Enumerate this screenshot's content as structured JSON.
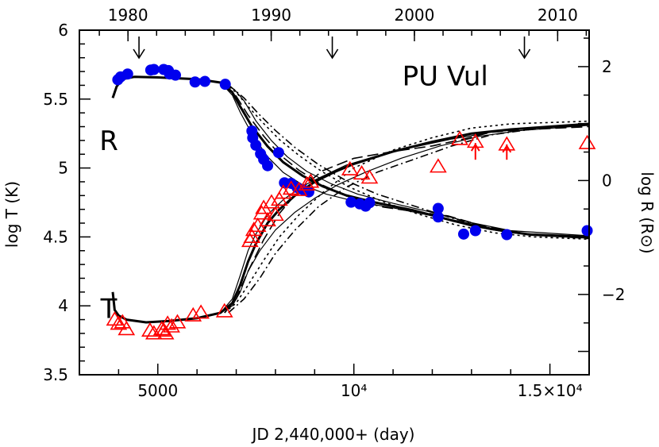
{
  "chart_data": {
    "type": "scatter",
    "title": "PU Vul",
    "xlabel": "JD 2,440,000+ (day)",
    "ylabel_left": "log T (K)",
    "ylabel_right": "log R (R⊙)",
    "xlim": [
      3000,
      16000
    ],
    "ylim_left": [
      3.5,
      6.0
    ],
    "ylim_right": [
      -3.41,
      2.64
    ],
    "grid": false,
    "x_ticks": [
      {
        "value": 5000,
        "label": "5000"
      },
      {
        "value": 10000,
        "label": "10⁴"
      },
      {
        "value": 15000,
        "label": "1.5×10⁴"
      }
    ],
    "y_left_ticks": [
      {
        "value": 3.5,
        "label": "3.5"
      },
      {
        "value": 4.0,
        "label": "4"
      },
      {
        "value": 4.5,
        "label": "4.5"
      },
      {
        "value": 5.0,
        "label": "5"
      },
      {
        "value": 5.5,
        "label": "5.5"
      },
      {
        "value": 6.0,
        "label": "6"
      }
    ],
    "y_right_ticks": [
      {
        "value": -2,
        "label": "−2"
      },
      {
        "value": 0,
        "label": "0"
      },
      {
        "value": 2,
        "label": "2"
      }
    ],
    "top_ticks": [
      {
        "jd": 4239,
        "label": "1980"
      },
      {
        "jd": 7892,
        "label": "1990"
      },
      {
        "jd": 11544,
        "label": "2000"
      },
      {
        "jd": 15197,
        "label": "2010"
      }
    ],
    "annotations": [
      {
        "text": "R",
        "x": 3750,
        "y": 5.2
      },
      {
        "text": "T",
        "x": 3750,
        "y": 3.98
      },
      {
        "text": "PU  Vul",
        "x": 12330,
        "y": 5.67
      }
    ],
    "epoch_arrows": [
      {
        "jd": 4520
      },
      {
        "jd": 9450
      },
      {
        "jd": 14350
      }
    ],
    "series": [
      {
        "name": "R",
        "axis": "right",
        "marker": "circle",
        "color": "#0000ee",
        "points": [
          [
            3980,
            1.77
          ],
          [
            4050,
            1.82
          ],
          [
            4230,
            1.87
          ],
          [
            4820,
            1.94
          ],
          [
            4900,
            1.95
          ],
          [
            5150,
            1.95
          ],
          [
            5270,
            1.93
          ],
          [
            5300,
            1.87
          ],
          [
            5450,
            1.85
          ],
          [
            5950,
            1.73
          ],
          [
            6200,
            1.74
          ],
          [
            6720,
            1.69
          ],
          [
            7400,
            0.87
          ],
          [
            7420,
            0.75
          ],
          [
            7500,
            0.62
          ],
          [
            7620,
            0.47
          ],
          [
            7700,
            0.37
          ],
          [
            7800,
            0.26
          ],
          [
            8080,
            0.49
          ],
          [
            8230,
            -0.04
          ],
          [
            8400,
            -0.05
          ],
          [
            8550,
            -0.12
          ],
          [
            8700,
            -0.16
          ],
          [
            8850,
            -0.2
          ],
          [
            9930,
            -0.38
          ],
          [
            10150,
            -0.41
          ],
          [
            10300,
            -0.45
          ],
          [
            10400,
            -0.39
          ],
          [
            12150,
            -0.49
          ],
          [
            12150,
            -0.64
          ],
          [
            12800,
            -0.94
          ],
          [
            13100,
            -0.88
          ],
          [
            13900,
            -0.95
          ],
          [
            15950,
            -0.88
          ]
        ]
      },
      {
        "name": "T",
        "axis": "left",
        "marker": "triangle",
        "color": "#ff0000",
        "points": [
          [
            3900,
            3.9
          ],
          [
            4000,
            3.87
          ],
          [
            4100,
            3.88
          ],
          [
            4200,
            3.83
          ],
          [
            4800,
            3.82
          ],
          [
            4900,
            3.8
          ],
          [
            5100,
            3.83
          ],
          [
            5150,
            3.82
          ],
          [
            5200,
            3.8
          ],
          [
            5250,
            3.87
          ],
          [
            5350,
            3.85
          ],
          [
            5500,
            3.88
          ],
          [
            5900,
            3.93
          ],
          [
            6100,
            3.95
          ],
          [
            6700,
            3.96
          ],
          [
            7350,
            4.47
          ],
          [
            7400,
            4.5
          ],
          [
            7450,
            4.55
          ],
          [
            7550,
            4.58
          ],
          [
            7650,
            4.67
          ],
          [
            7700,
            4.71
          ],
          [
            7800,
            4.62
          ],
          [
            7900,
            4.75
          ],
          [
            8000,
            4.66
          ],
          [
            8100,
            4.77
          ],
          [
            8200,
            4.82
          ],
          [
            8400,
            4.85
          ],
          [
            8600,
            4.84
          ],
          [
            8800,
            4.88
          ],
          [
            8900,
            4.9
          ],
          [
            9900,
            4.99
          ],
          [
            10200,
            4.96
          ],
          [
            10400,
            4.93
          ],
          [
            12150,
            5.01
          ],
          [
            12700,
            5.21
          ],
          [
            13100,
            5.19
          ],
          [
            13900,
            5.17
          ],
          [
            15950,
            5.18
          ]
        ]
      }
    ],
    "upper_limit_arrows": [
      {
        "jd": 13100,
        "from": 5.17,
        "to": 5.06
      },
      {
        "jd": 13900,
        "from": 5.16,
        "to": 5.06
      }
    ],
    "model_curves": [
      {
        "quantity": "T",
        "style": "thick",
        "points": [
          [
            3850,
            4.1
          ],
          [
            3900,
            3.97
          ],
          [
            4000,
            3.93
          ],
          [
            4200,
            3.9
          ],
          [
            4700,
            3.88
          ],
          [
            5300,
            3.89
          ],
          [
            6000,
            3.91
          ],
          [
            6600,
            3.95
          ],
          [
            6900,
            4.02
          ],
          [
            7100,
            4.15
          ],
          [
            7300,
            4.32
          ],
          [
            7500,
            4.45
          ],
          [
            7800,
            4.6
          ],
          [
            8100,
            4.7
          ],
          [
            8500,
            4.8
          ],
          [
            9000,
            4.9
          ],
          [
            9500,
            4.97
          ],
          [
            10000,
            5.03
          ],
          [
            11000,
            5.12
          ],
          [
            12000,
            5.19
          ],
          [
            13000,
            5.25
          ],
          [
            14000,
            5.28
          ],
          [
            15000,
            5.3
          ],
          [
            16000,
            5.32
          ]
        ]
      },
      {
        "quantity": "T",
        "style": "thin",
        "points": [
          [
            6600,
            3.95
          ],
          [
            6900,
            4.05
          ],
          [
            7100,
            4.22
          ],
          [
            7300,
            4.4
          ],
          [
            7500,
            4.52
          ],
          [
            7800,
            4.66
          ],
          [
            8200,
            4.77
          ],
          [
            8700,
            4.87
          ],
          [
            9200,
            4.94
          ],
          [
            9800,
            5.02
          ],
          [
            10500,
            5.08
          ],
          [
            11500,
            5.15
          ],
          [
            12500,
            5.21
          ],
          [
            13500,
            5.26
          ],
          [
            14500,
            5.29
          ],
          [
            16000,
            5.31
          ]
        ]
      },
      {
        "quantity": "T",
        "style": "thin",
        "points": [
          [
            6600,
            3.95
          ],
          [
            6900,
            4.0
          ],
          [
            7100,
            4.1
          ],
          [
            7300,
            4.25
          ],
          [
            7600,
            4.4
          ],
          [
            8000,
            4.55
          ],
          [
            8500,
            4.68
          ],
          [
            9000,
            4.78
          ],
          [
            9600,
            4.88
          ],
          [
            10300,
            4.97
          ],
          [
            11200,
            5.07
          ],
          [
            12200,
            5.16
          ],
          [
            13200,
            5.23
          ],
          [
            14200,
            5.27
          ],
          [
            16000,
            5.31
          ]
        ]
      },
      {
        "quantity": "T",
        "style": "dashed",
        "points": [
          [
            6700,
            3.95
          ],
          [
            7000,
            4.02
          ],
          [
            7300,
            4.15
          ],
          [
            7700,
            4.33
          ],
          [
            8100,
            4.5
          ],
          [
            8600,
            4.66
          ],
          [
            9200,
            4.82
          ],
          [
            10000,
            5.0
          ],
          [
            11000,
            5.13
          ],
          [
            12000,
            5.22
          ],
          [
            13000,
            5.29
          ],
          [
            14000,
            5.32
          ],
          [
            16000,
            5.34
          ]
        ]
      },
      {
        "quantity": "T",
        "style": "longdash",
        "points": [
          [
            6700,
            3.95
          ],
          [
            7000,
            4.05
          ],
          [
            7300,
            4.25
          ],
          [
            7700,
            4.48
          ],
          [
            8100,
            4.67
          ],
          [
            8600,
            4.84
          ],
          [
            9200,
            4.98
          ],
          [
            10000,
            5.07
          ],
          [
            11000,
            5.12
          ],
          [
            12000,
            5.16
          ],
          [
            12800,
            5.21
          ],
          [
            13500,
            5.26
          ],
          [
            14500,
            5.28
          ],
          [
            16000,
            5.3
          ]
        ]
      },
      {
        "quantity": "T",
        "style": "dashdot",
        "points": [
          [
            6800,
            3.95
          ],
          [
            7200,
            4.05
          ],
          [
            7600,
            4.2
          ],
          [
            8000,
            4.38
          ],
          [
            8500,
            4.55
          ],
          [
            9100,
            4.72
          ],
          [
            9800,
            4.86
          ],
          [
            10600,
            4.97
          ],
          [
            11500,
            5.06
          ],
          [
            12500,
            5.16
          ],
          [
            13500,
            5.24
          ],
          [
            14500,
            5.28
          ],
          [
            16000,
            5.31
          ]
        ]
      },
      {
        "quantity": "R",
        "style": "thick",
        "points": [
          [
            3850,
            1.45
          ],
          [
            3950,
            1.65
          ],
          [
            4100,
            1.78
          ],
          [
            4400,
            1.82
          ],
          [
            5000,
            1.81
          ],
          [
            6000,
            1.78
          ],
          [
            6600,
            1.72
          ],
          [
            6900,
            1.55
          ],
          [
            7100,
            1.3
          ],
          [
            7400,
            0.95
          ],
          [
            7800,
            0.6
          ],
          [
            8200,
            0.32
          ],
          [
            8700,
            0.08
          ],
          [
            9200,
            -0.1
          ],
          [
            9800,
            -0.26
          ],
          [
            10500,
            -0.38
          ],
          [
            11500,
            -0.52
          ],
          [
            12500,
            -0.7
          ],
          [
            13500,
            -0.85
          ],
          [
            14500,
            -0.95
          ],
          [
            16000,
            -1.0
          ]
        ]
      },
      {
        "quantity": "R",
        "style": "thin",
        "points": [
          [
            6600,
            1.72
          ],
          [
            6900,
            1.5
          ],
          [
            7100,
            1.2
          ],
          [
            7400,
            0.82
          ],
          [
            7800,
            0.42
          ],
          [
            8200,
            0.14
          ],
          [
            8700,
            -0.08
          ],
          [
            9300,
            -0.24
          ],
          [
            10000,
            -0.36
          ],
          [
            11000,
            -0.48
          ],
          [
            12000,
            -0.62
          ],
          [
            13000,
            -0.8
          ],
          [
            14000,
            -0.92
          ],
          [
            16000,
            -0.98
          ]
        ]
      },
      {
        "quantity": "R",
        "style": "thin",
        "points": [
          [
            6600,
            1.72
          ],
          [
            6950,
            1.6
          ],
          [
            7200,
            1.4
          ],
          [
            7500,
            1.05
          ],
          [
            7900,
            0.7
          ],
          [
            8300,
            0.42
          ],
          [
            8800,
            0.16
          ],
          [
            9400,
            -0.05
          ],
          [
            10100,
            -0.24
          ],
          [
            11000,
            -0.4
          ],
          [
            12000,
            -0.56
          ],
          [
            13000,
            -0.74
          ],
          [
            14000,
            -0.88
          ],
          [
            16000,
            -0.97
          ]
        ]
      },
      {
        "quantity": "R",
        "style": "dashed",
        "points": [
          [
            6700,
            1.7
          ],
          [
            7000,
            1.55
          ],
          [
            7300,
            1.3
          ],
          [
            7700,
            1.0
          ],
          [
            8100,
            0.72
          ],
          [
            8600,
            0.44
          ],
          [
            9200,
            0.15
          ],
          [
            9900,
            -0.12
          ],
          [
            10700,
            -0.36
          ],
          [
            11600,
            -0.58
          ],
          [
            12600,
            -0.78
          ],
          [
            13600,
            -0.92
          ],
          [
            14600,
            -0.99
          ],
          [
            16000,
            -1.03
          ]
        ]
      },
      {
        "quantity": "R",
        "style": "longdash",
        "points": [
          [
            6700,
            1.7
          ],
          [
            7000,
            1.48
          ],
          [
            7300,
            1.15
          ],
          [
            7700,
            0.78
          ],
          [
            8100,
            0.46
          ],
          [
            8600,
            0.18
          ],
          [
            9200,
            -0.08
          ],
          [
            9900,
            -0.3
          ],
          [
            10700,
            -0.46
          ],
          [
            11600,
            -0.55
          ],
          [
            12400,
            -0.62
          ],
          [
            13200,
            -0.78
          ],
          [
            14200,
            -0.93
          ],
          [
            16000,
            -1.02
          ]
        ]
      },
      {
        "quantity": "R",
        "style": "dashdot",
        "points": [
          [
            6800,
            1.68
          ],
          [
            7200,
            1.45
          ],
          [
            7600,
            1.15
          ],
          [
            8000,
            0.88
          ],
          [
            8500,
            0.58
          ],
          [
            9100,
            0.28
          ],
          [
            9800,
            0.0
          ],
          [
            10600,
            -0.24
          ],
          [
            11500,
            -0.44
          ],
          [
            12500,
            -0.66
          ],
          [
            13500,
            -0.84
          ],
          [
            14500,
            -0.95
          ],
          [
            16000,
            -1.0
          ]
        ]
      }
    ]
  }
}
